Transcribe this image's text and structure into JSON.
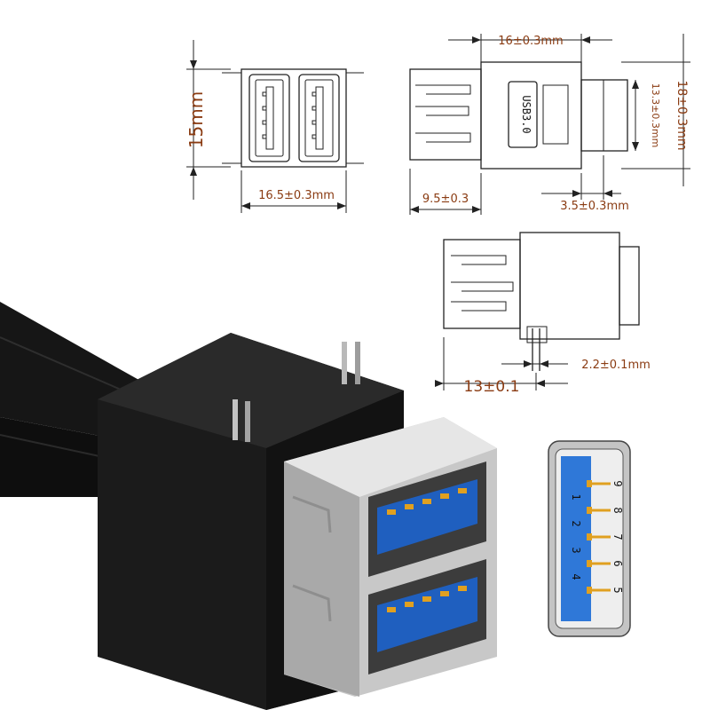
{
  "dimensions": {
    "front_height": "15mm",
    "front_width": "16.5±0.3mm",
    "side_top_width": "16±0.3mm",
    "side_height_outer": "18±0.3mm",
    "side_height_inner": "13.3±0.3mm",
    "side_port_depth": "9.5±0.3",
    "side_flange": "3.5±0.3mm",
    "bottom_pin_depth": "13±0.1",
    "bottom_pin_width": "2.2±0.1mm"
  },
  "labels": {
    "usb_marking": "USB3.0"
  },
  "pinout": {
    "top_row": [
      "9",
      "8",
      "7",
      "6",
      "5"
    ],
    "bottom_row": [
      "1",
      "2",
      "3",
      "4"
    ]
  },
  "colors": {
    "dimension_text": "#8a3b12",
    "connector_blue": "#1f5fbf",
    "pin_gold": "#e0a020",
    "housing_black": "#1b1b1b",
    "metal_shell": "#c8c8c8"
  }
}
